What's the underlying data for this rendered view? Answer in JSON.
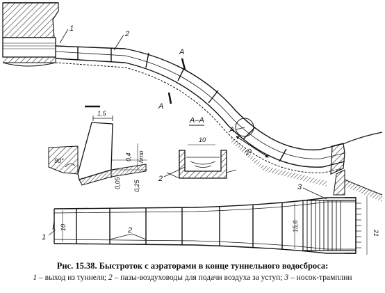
{
  "figure": {
    "labels": {
      "item_1": "1",
      "item_2": "2",
      "item_3": "3",
      "section_a": "A",
      "section_title": "A–A"
    },
    "dimensions": {
      "slot_width": "1,5",
      "angle": "90°",
      "dim_04": "0,4",
      "dim_hmo": "hmo",
      "dim_005": "0,05",
      "dim_025": "0,25",
      "section_width": "10",
      "aerator_spacing": "20",
      "plan_width_start": "10",
      "plan_width_mid": "15,6",
      "plan_width_end": "21"
    }
  },
  "caption": {
    "title": "Рис. 15.38. Быстроток с аэраторами в конце туннельного водосброса:",
    "legend": [
      {
        "num": "1",
        "text": " – выход из туннеля; "
      },
      {
        "num": "2",
        "text": " – пазы-воздуховоды для подачи воздуха за уступ; "
      },
      {
        "num": "3",
        "text": " – носок-трамплин"
      }
    ]
  }
}
